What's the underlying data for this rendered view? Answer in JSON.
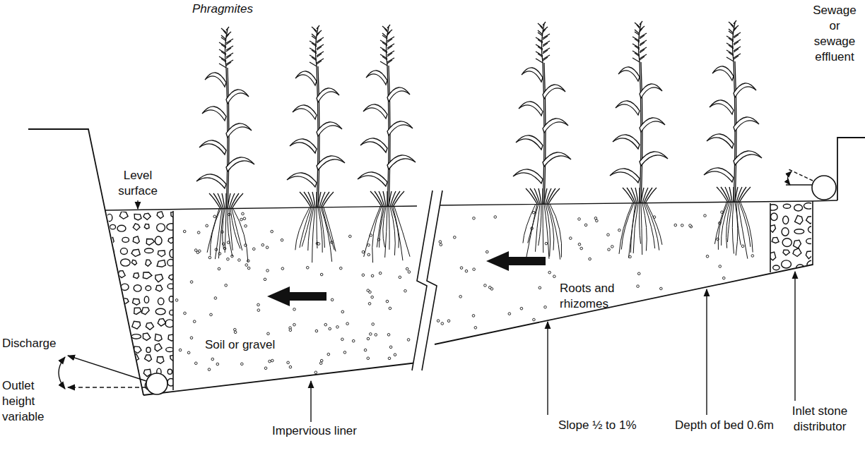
{
  "diagram": {
    "labels": [
      "Phragmites",
      "Sewage or sewage effluent",
      "Level surface",
      "Soil or gravel",
      "Roots and rhizomes",
      "Discharge",
      "Outlet height variable",
      "Slope ½ to 1%",
      "Depth of bed 0.6m",
      "Inlet stone distributor",
      "Impervious liner"
    ]
  }
}
